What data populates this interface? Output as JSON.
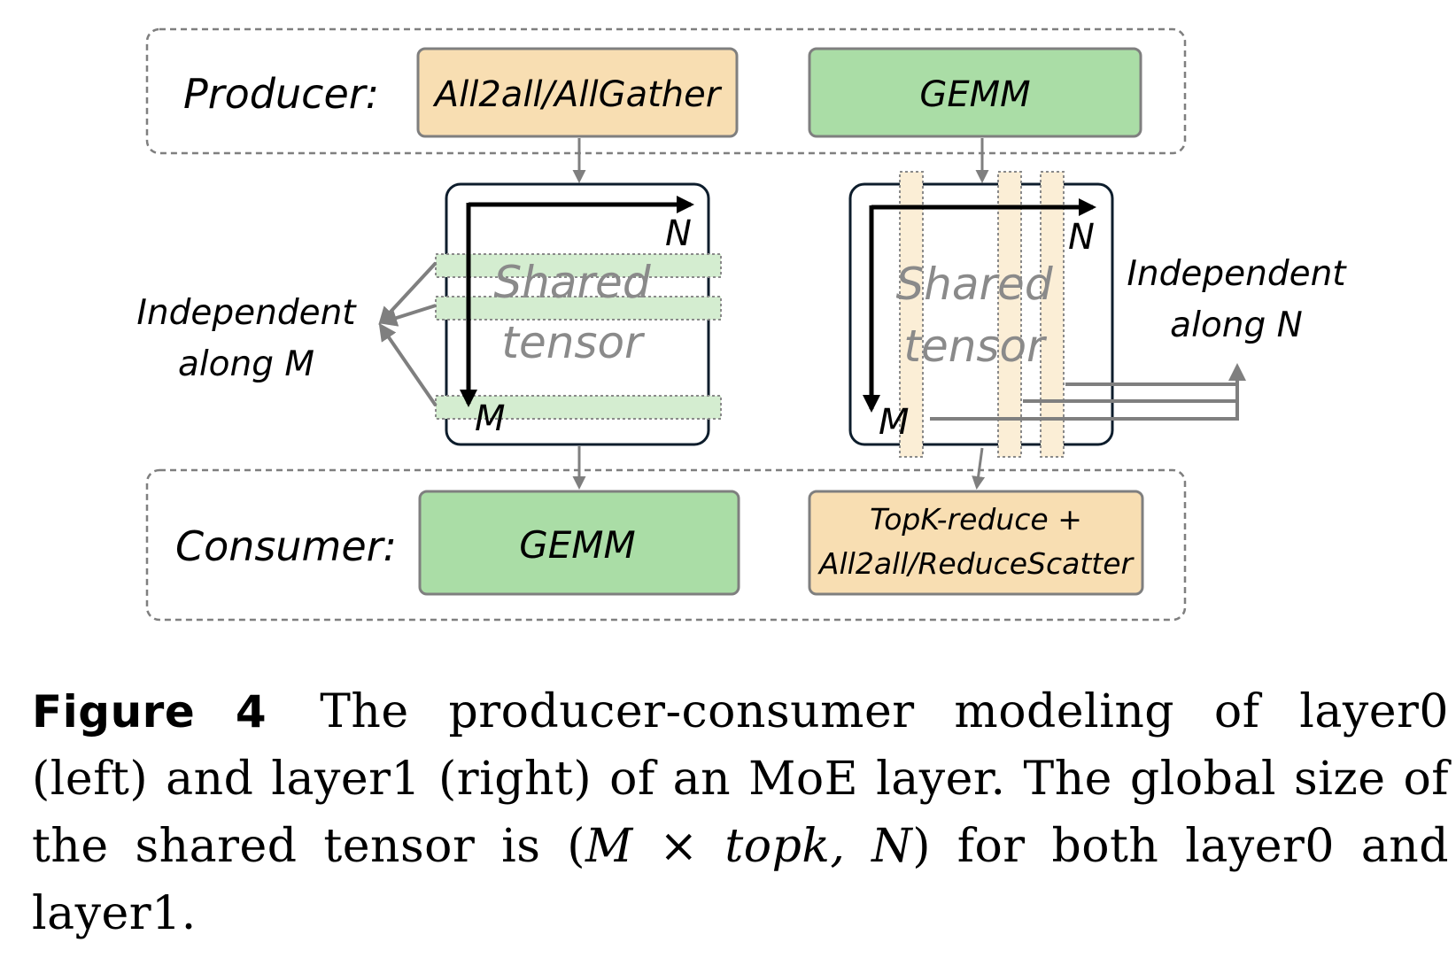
{
  "producer": {
    "label": "Producer:",
    "left_op": "All2all/AllGather",
    "right_op": "GEMM"
  },
  "consumer": {
    "label": "Consumer:",
    "left_op": "GEMM",
    "right_op_line1": "TopK-reduce +",
    "right_op_line2": "All2all/ReduceScatter"
  },
  "left_tensor": {
    "line1": "Shared",
    "line2": "tensor",
    "axis_n": "N",
    "axis_m": "M",
    "independent_line1": "Independent",
    "independent_line2": "along M"
  },
  "right_tensor": {
    "line1": "Shared",
    "line2": "tensor",
    "axis_n": "N",
    "axis_m": "M",
    "independent_line1": "Independent",
    "independent_line2": "along N"
  },
  "caption": {
    "label": "Figure 4",
    "part1": "The producer-consumer modeling of layer0 (left) and layer1 (right) of an MoE layer. The global size of the shared tensor is (",
    "math": "M × topk, N",
    "part2": ") for both layer0 and layer1."
  },
  "colors": {
    "comm_fill": "#f8deb2",
    "compute_fill": "#aadda6",
    "stripe_green": "#d4edd0",
    "stripe_orange": "#fbeed6",
    "grey": "#7f7f7f",
    "tensor_border": "#0d1d2c"
  }
}
